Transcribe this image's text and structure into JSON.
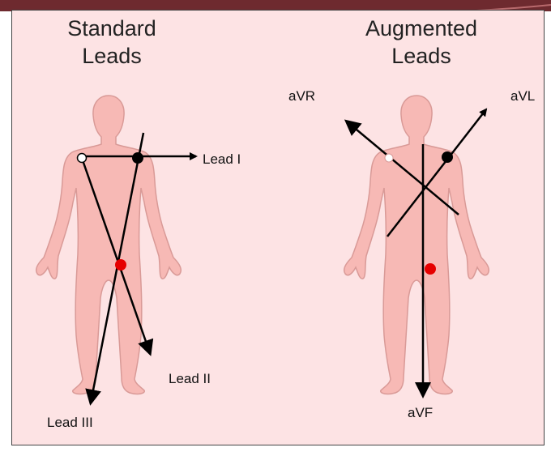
{
  "standard": {
    "title_line1": "Standard",
    "title_line2": "Leads",
    "lead_i": "Lead I",
    "lead_ii": "Lead II",
    "lead_iii": "Lead III"
  },
  "augmented": {
    "title_line1": "Augmented",
    "title_line2": "Leads",
    "avr": "aVR",
    "avl": "aVL",
    "avf": "aVF"
  },
  "colors": {
    "header_band": "#6e2a2f",
    "background": "#fde3e4",
    "body_fill": "#f7b9b5",
    "body_stroke": "#d99a97",
    "electrode_dark": "#000000",
    "electrode_ground": "#e60000",
    "arrow": "#000000"
  }
}
